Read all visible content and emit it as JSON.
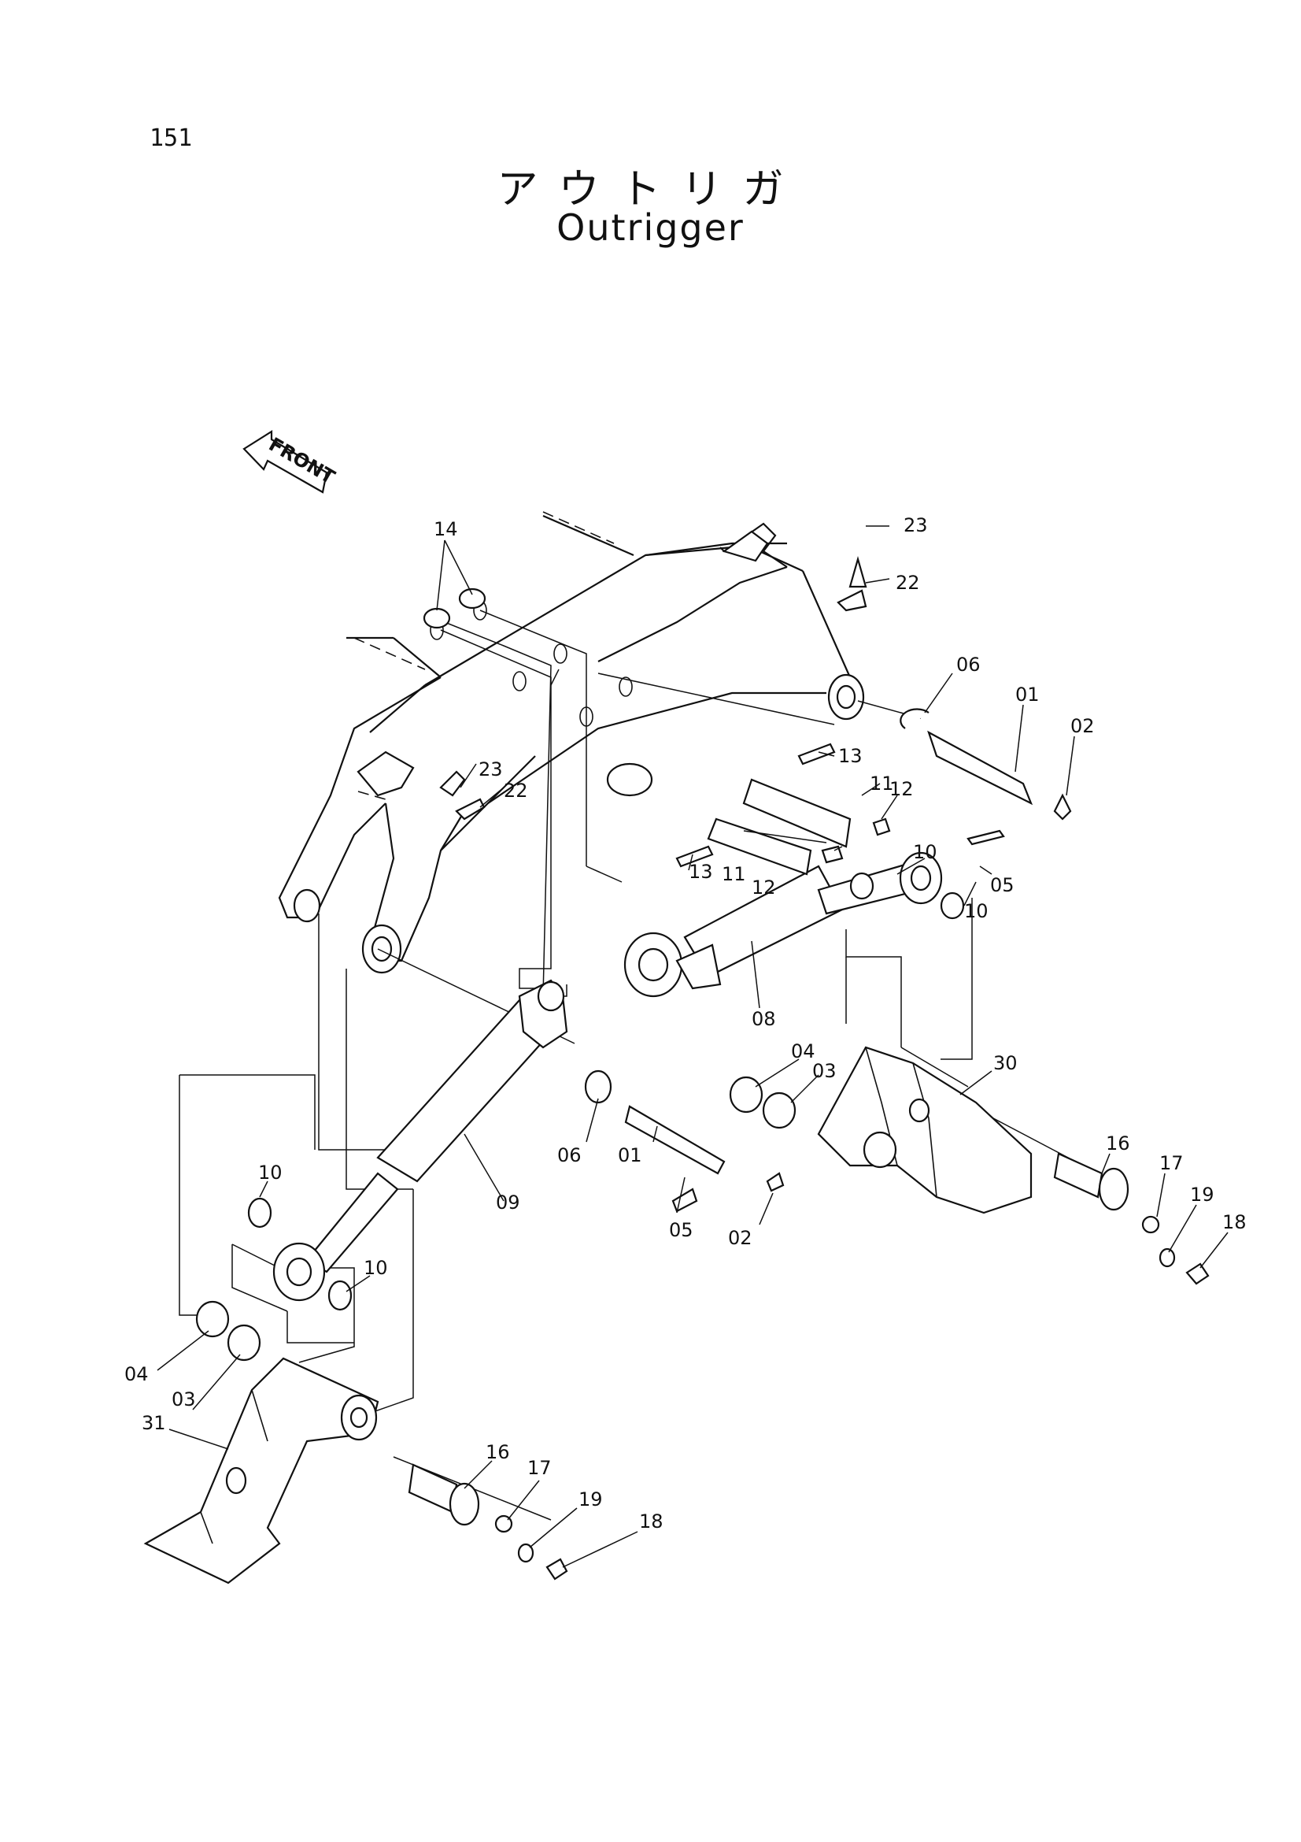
{
  "page": {
    "number": "151",
    "title_jp": "アウトリガ",
    "title_en": "Outrigger"
  },
  "front_arrow": {
    "label": "FRONT"
  },
  "parts": [
    {
      "id": "c23a",
      "label": "23"
    },
    {
      "id": "c22a",
      "label": "22"
    },
    {
      "id": "c14",
      "label": "14"
    },
    {
      "id": "c06a",
      "label": "06"
    },
    {
      "id": "c01a",
      "label": "01"
    },
    {
      "id": "c02a",
      "label": "02"
    },
    {
      "id": "c13a",
      "label": "13"
    },
    {
      "id": "c11a",
      "label": "11"
    },
    {
      "id": "c12a",
      "label": "12"
    },
    {
      "id": "c23b",
      "label": "23"
    },
    {
      "id": "c22b",
      "label": "22"
    },
    {
      "id": "c13b",
      "label": "13"
    },
    {
      "id": "c11b",
      "label": "11"
    },
    {
      "id": "c12b",
      "label": "12"
    },
    {
      "id": "c10a",
      "label": "10"
    },
    {
      "id": "c05a",
      "label": "05"
    },
    {
      "id": "c10b",
      "label": "10"
    },
    {
      "id": "c08",
      "label": "08"
    },
    {
      "id": "c04a",
      "label": "04"
    },
    {
      "id": "c03a",
      "label": "03"
    },
    {
      "id": "c30",
      "label": "30"
    },
    {
      "id": "c06b",
      "label": "06"
    },
    {
      "id": "c16a",
      "label": "16"
    },
    {
      "id": "c17a",
      "label": "17"
    },
    {
      "id": "c19a",
      "label": "19"
    },
    {
      "id": "c18a",
      "label": "18"
    },
    {
      "id": "c01b",
      "label": "01"
    },
    {
      "id": "c09",
      "label": "09"
    },
    {
      "id": "c05b",
      "label": "05"
    },
    {
      "id": "c02b",
      "label": "02"
    },
    {
      "id": "c10c",
      "label": "10"
    },
    {
      "id": "c10d",
      "label": "10"
    },
    {
      "id": "c04b",
      "label": "04"
    },
    {
      "id": "c03b",
      "label": "03"
    },
    {
      "id": "c31",
      "label": "31"
    },
    {
      "id": "c16b",
      "label": "16"
    },
    {
      "id": "c17b",
      "label": "17"
    },
    {
      "id": "c19b",
      "label": "19"
    },
    {
      "id": "c18b",
      "label": "18"
    }
  ]
}
